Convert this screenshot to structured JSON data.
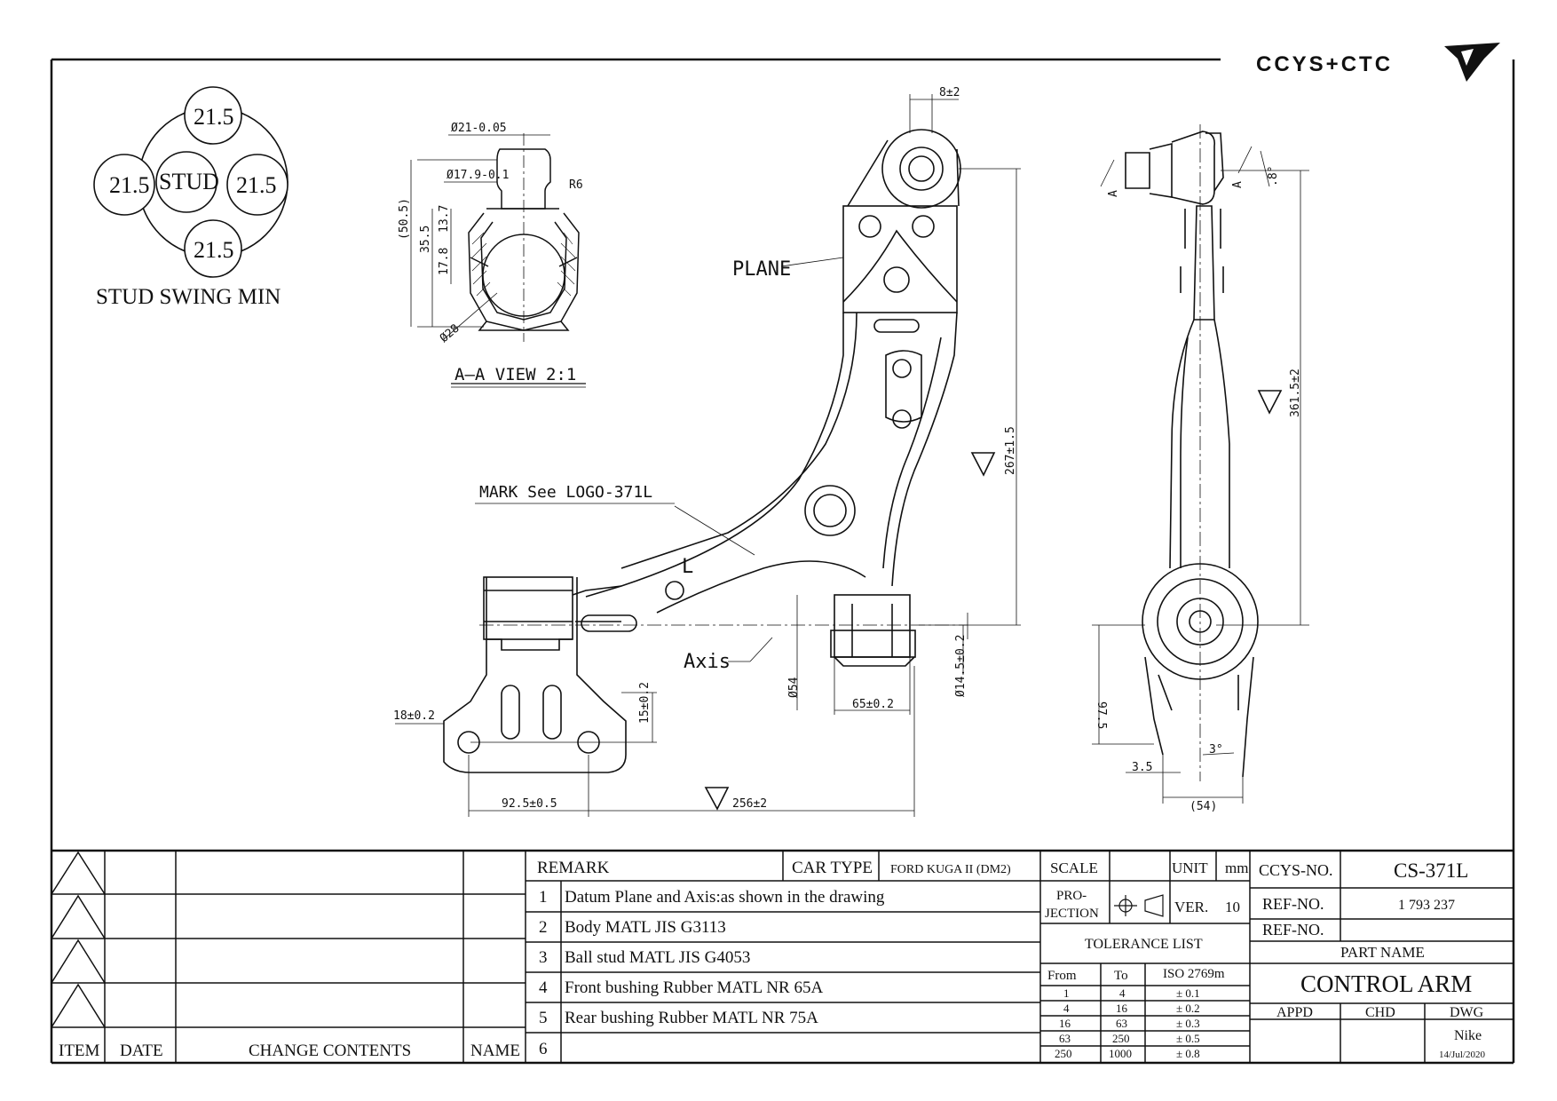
{
  "logo": {
    "text": "CCYS+CTC"
  },
  "stud_swing": {
    "top": "21.5",
    "left": "21.5",
    "right": "21.5",
    "bottom": "21.5",
    "center": "STUD",
    "caption": "STUD SWING MIN"
  },
  "section_view": {
    "title": "A—A VIEW 2:1",
    "dims": [
      "Ø21-0.05",
      "Ø17.9-0.1",
      "R6",
      "(50.5)",
      "35.5",
      "13.7",
      "17.8",
      "Ø28"
    ]
  },
  "main_view": {
    "labels": {
      "plane": "PLANE",
      "mark": "MARK See LOGO-371L",
      "axis": "Axis",
      "side_mark": "L"
    },
    "dims": [
      "8±2",
      "267±1.5",
      "18±0.2",
      "15±0.2",
      "Ø54",
      "65±0.2",
      "Ø14.5±0.2",
      "92.5±0.5",
      "256±2"
    ]
  },
  "side_view": {
    "dims": [
      "361.5±2",
      "97.5",
      "3.5",
      "3°",
      "(54)",
      ".8°",
      "A",
      "A"
    ]
  },
  "change_table": {
    "headers": {
      "item": "ITEM",
      "date": "DATE",
      "contents": "CHANGE CONTENTS",
      "name": "NAME"
    }
  },
  "remarks": {
    "header": "REMARK",
    "car_type_label": "CAR TYPE",
    "car_type_value": "FORD KUGA II (DM2)",
    "items": [
      {
        "no": "1",
        "text": "Datum Plane and Axis:as shown in the drawing"
      },
      {
        "no": "2",
        "text": "Body MATL JIS G3113"
      },
      {
        "no": "3",
        "text": "Ball stud MATL JIS G4053"
      },
      {
        "no": "4",
        "text": "Front bushing Rubber MATL NR 65A"
      },
      {
        "no": "5",
        "text": "Rear bushing Rubber MATL NR 75A"
      },
      {
        "no": "6",
        "text": ""
      }
    ]
  },
  "spec": {
    "scale_label": "SCALE",
    "unit_label": "UNIT",
    "unit_value": "mm",
    "projection_label_1": "PRO-",
    "projection_label_2": "JECTION",
    "ver_label": "VER.",
    "ver_value": "10",
    "tolerance_title": "TOLERANCE LIST",
    "tolerance_headers": [
      "From",
      "To",
      "ISO 2769m"
    ],
    "tolerance_rows": [
      [
        "1",
        "4",
        "± 0.1"
      ],
      [
        "4",
        "16",
        "± 0.2"
      ],
      [
        "16",
        "63",
        "± 0.3"
      ],
      [
        "63",
        "250",
        "± 0.5"
      ],
      [
        "250",
        "1000",
        "± 0.8"
      ]
    ]
  },
  "title_block": {
    "ccys_label": "CCYS-NO.",
    "ccys_value": "CS-371L",
    "ref1_label": "REF-NO.",
    "ref1_value": "1 793 237",
    "ref2_label": "REF-NO.",
    "ref2_value": "",
    "part_name_label": "PART NAME",
    "part_name": "CONTROL ARM",
    "appd_label": "APPD",
    "chd_label": "CHD",
    "dwg_label": "DWG",
    "dwg_name": "Nike",
    "dwg_date": "14/Jul/2020"
  }
}
